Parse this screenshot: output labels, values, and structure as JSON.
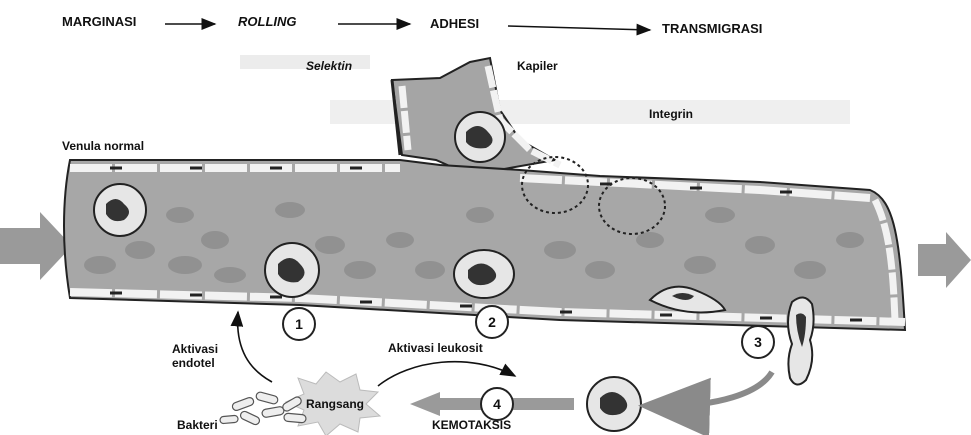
{
  "flow_steps": {
    "marginasi": "MARGINASI",
    "rolling": "ROLLING",
    "adhesi": "ADHESI",
    "transmigrasi": "TRANSMIGRASI"
  },
  "labels": {
    "selektin": "Selektin",
    "kapiler": "Kapiler",
    "integrin": "Integrin",
    "venula_normal": "Venula normal",
    "aktivasi_endotel": [
      "Aktivasi",
      "endotel"
    ],
    "aktivasi_leukosit": "Aktivasi leukosit",
    "rangsang": "Rangsang",
    "bakteri": "Bakteri",
    "kemotaksis": "KEMOTAKSIS"
  },
  "step_numbers": [
    "1",
    "2",
    "3",
    "4"
  ],
  "colors": {
    "vessel_fill": "#a9a9a9",
    "vessel_wall": "#f0f0f0",
    "cell_fill": "#e6e6e6",
    "nucleus": "#333333",
    "flow_arrow": "#9a9a9a",
    "ink": "#111111"
  }
}
